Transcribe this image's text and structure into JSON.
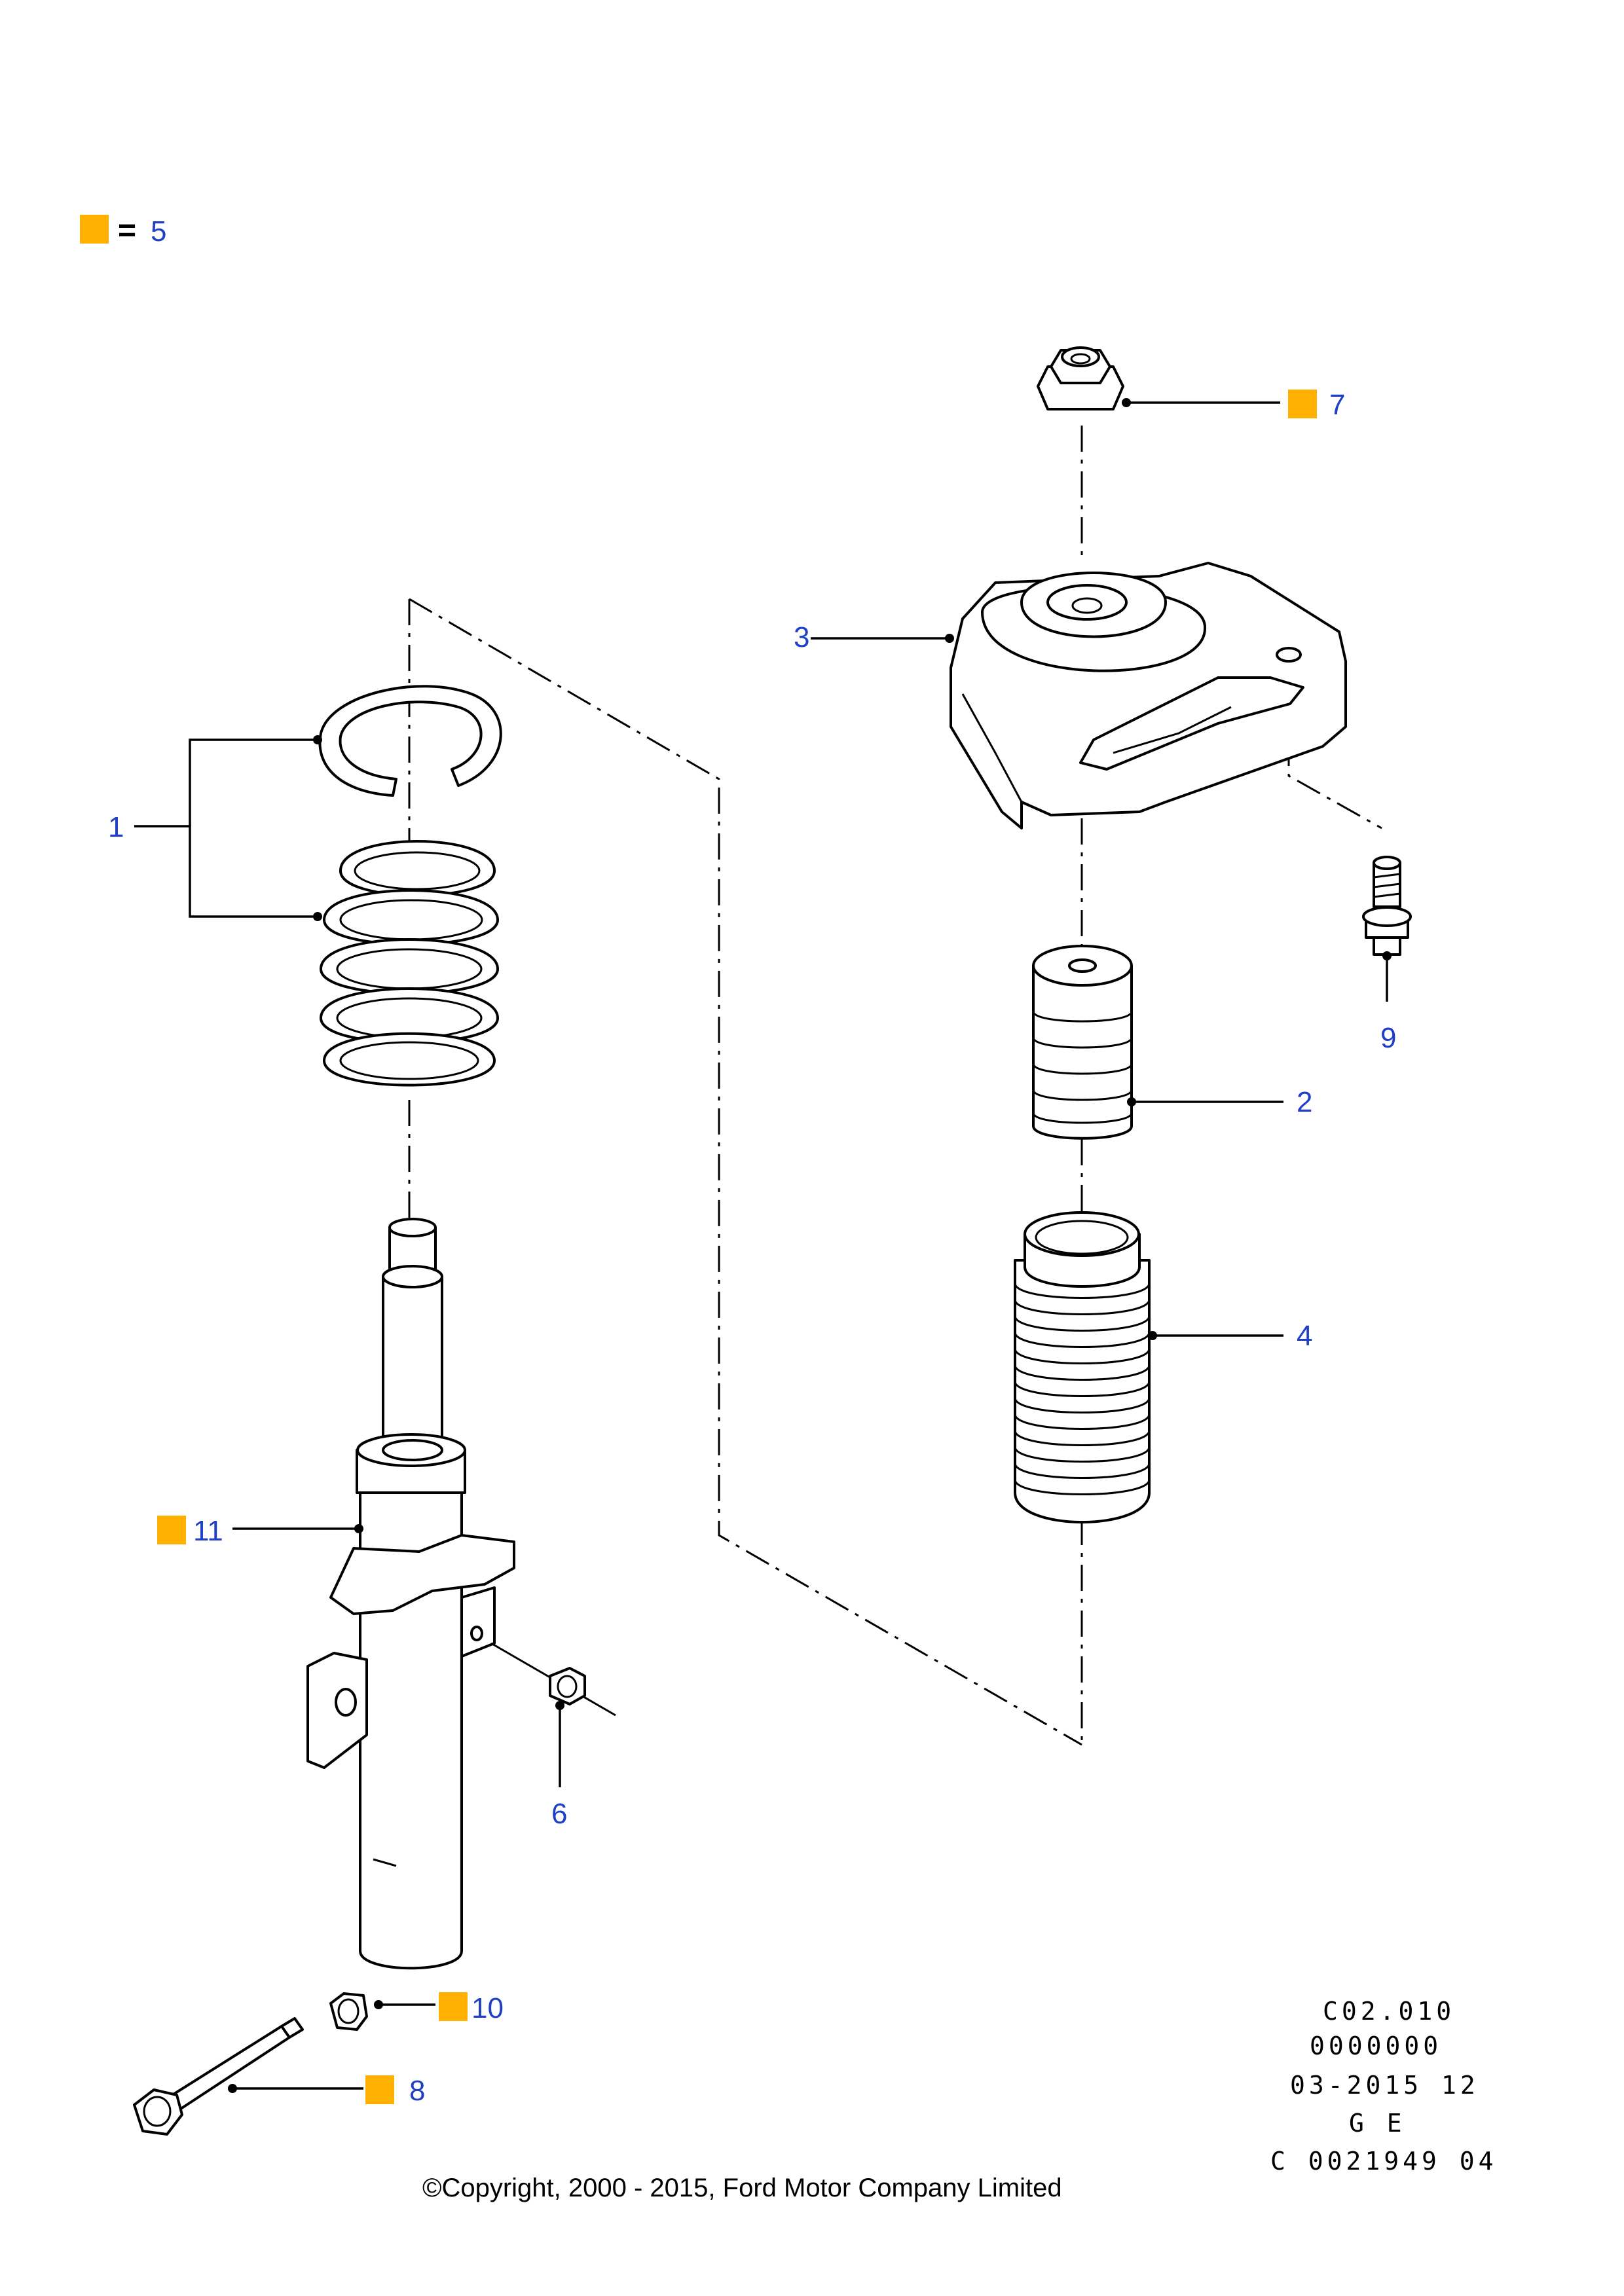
{
  "legend": {
    "marker_color": "#FFB000",
    "equals": "=",
    "value": "5"
  },
  "callouts": {
    "c1": "1",
    "c2": "2",
    "c3": "3",
    "c4": "4",
    "c6": "6",
    "c7": "7",
    "c8": "8",
    "c9": "9",
    "c10": "10",
    "c11": "11"
  },
  "marker_color": "#FFB000",
  "callout_color": "#1F3FC4",
  "reference": {
    "line1": "C02.010",
    "line2": "0000000",
    "line3": "03-2015 12",
    "line4": "G E",
    "line5": "C 0021949 04"
  },
  "copyright": "©Copyright, 2000 - 2015, Ford Motor Company Limited"
}
